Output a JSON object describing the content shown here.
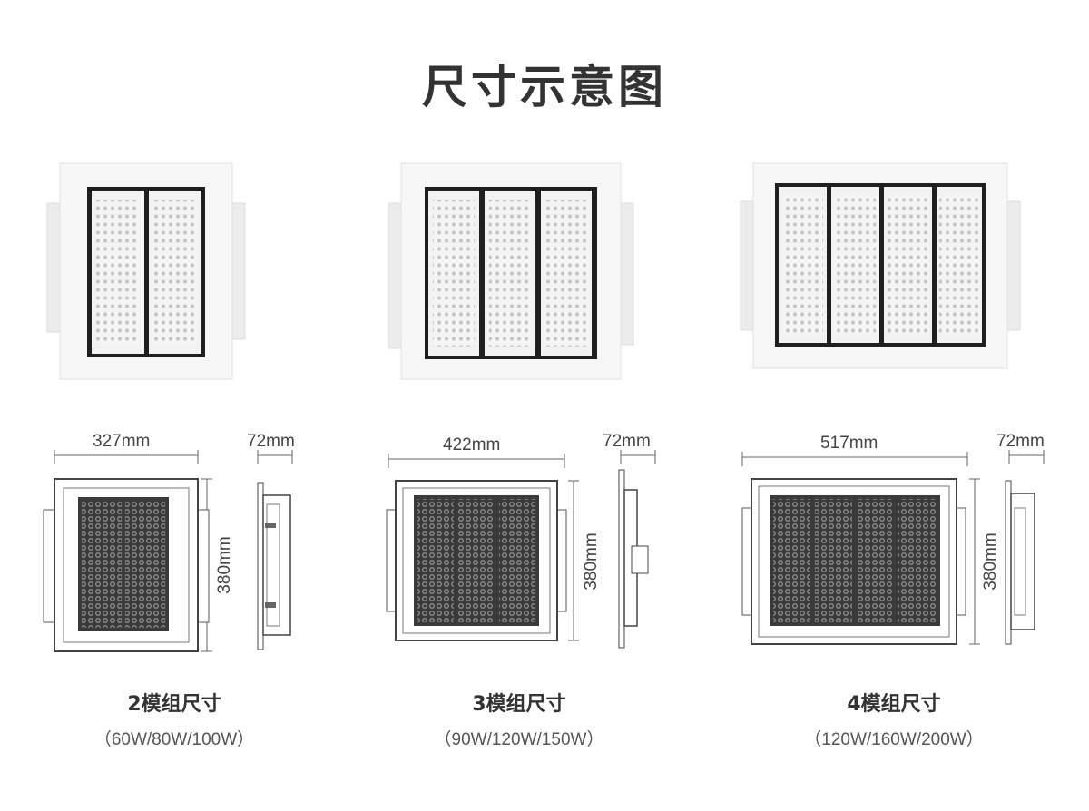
{
  "title": "尺寸示意图",
  "modules": [
    {
      "name": "2模组尺寸",
      "watts": "（60W/80W/100W）",
      "width": "327mm",
      "depth": "72mm",
      "height": "380mm",
      "module_count": 2
    },
    {
      "name": "3模组尺寸",
      "watts": "（90W/120W/150W）",
      "width": "422mm",
      "depth": "72mm",
      "height": "380mm",
      "module_count": 3
    },
    {
      "name": "4模组尺寸",
      "watts": "（120W/160W/200W）",
      "width": "517mm",
      "depth": "72mm",
      "height": "380mm",
      "module_count": 4
    }
  ]
}
